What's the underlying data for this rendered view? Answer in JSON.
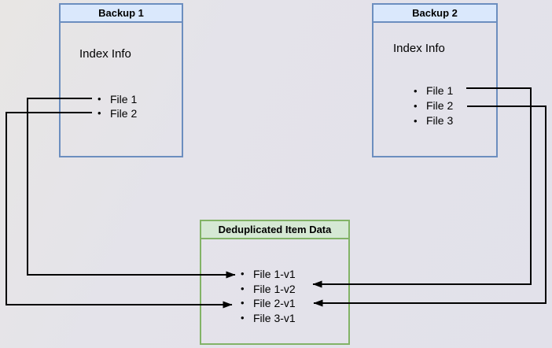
{
  "diagram": {
    "backup1": {
      "title": "Backup 1",
      "subtitle": "Index Info",
      "files": [
        "File 1",
        "File 2"
      ]
    },
    "backup2": {
      "title": "Backup 2",
      "subtitle": "Index Info",
      "files": [
        "File 1",
        "File 2",
        "File 3"
      ]
    },
    "dedup": {
      "title": "Deduplicated Item Data",
      "items": [
        "File 1-v1",
        "File 1-v2",
        "File 2-v1",
        "File 3-v1"
      ]
    },
    "connections": [
      {
        "from": "Backup 1 / File 1",
        "to": "Deduplicated Item Data / File 1-v1"
      },
      {
        "from": "Backup 1 / File 2",
        "to": "Deduplicated Item Data / File 2-v1"
      },
      {
        "from": "Backup 2 / File 1",
        "to": "Deduplicated Item Data / File 1-v2"
      },
      {
        "from": "Backup 2 / File 2",
        "to": "Deduplicated Item Data / File 2-v1"
      }
    ],
    "bullet_glyph": "•"
  },
  "colors": {
    "blue_fill": "#dae8fc",
    "blue_border": "#6c8ebf",
    "green_fill": "#d5e8d4",
    "green_border": "#82b366",
    "arrow": "#000000"
  }
}
